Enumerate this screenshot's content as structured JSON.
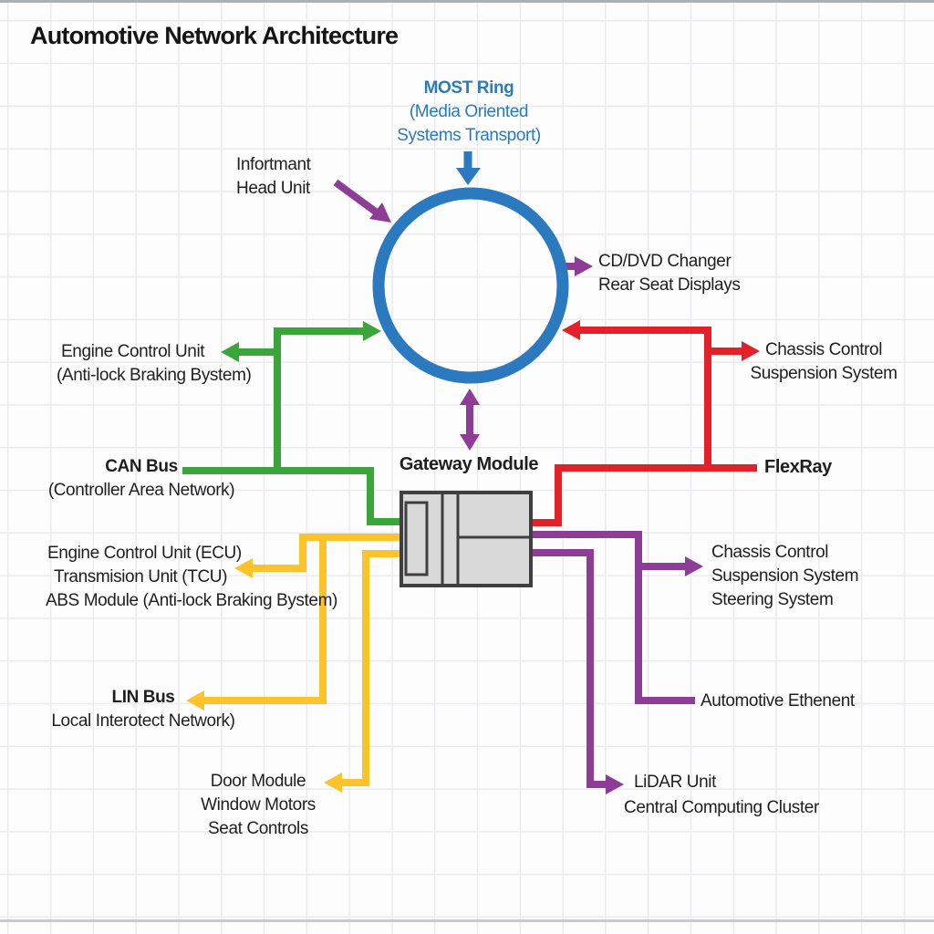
{
  "title": "Automotive Network Architecture",
  "colors": {
    "most_blue": "#2b7abf",
    "can_green": "#3aa53a",
    "flexray_red": "#e42128",
    "lin_yellow": "#fcc32b",
    "link_purple": "#8e3d97",
    "box_fill": "#d9d9d9",
    "box_border": "#3f3f3f",
    "text": "#1f1f1f",
    "grid": "#ebebee"
  },
  "labels": {
    "most_ring": {
      "name": "MOST Ring",
      "sub1": "(Media Oriented",
      "sub2": "Systems Transport)"
    },
    "head_unit": {
      "line1": "Infortmant",
      "line2": "Head Unit"
    },
    "cd_dvd": {
      "line1": "CD/DVD Changer",
      "line2": "Rear Seat Displays"
    },
    "engine_abs": {
      "line1": "Engine Control Unit",
      "line2": "(Anti-lock Braking Bystem)"
    },
    "chassis_red": {
      "line1": "Chassis Control",
      "line2": "Suspension System"
    },
    "can_bus": {
      "name": "CAN Bus",
      "sub": "(Controller Area Network)"
    },
    "gateway": {
      "label": "Gateway Module"
    },
    "flexray": {
      "label": "FlexRay"
    },
    "ecu_group": {
      "line1": "Engine Control Unit (ECU)",
      "line2": "Transmision Unit (TCU)",
      "line3": "ABS Module (Anti-lock Braking Bystem)"
    },
    "chassis_purple": {
      "line1": "Chassis Control",
      "line2": "Suspension System",
      "line3": "Steering System"
    },
    "lin_bus": {
      "name": "LIN Bus",
      "sub": "Local Interotect Network)"
    },
    "ethernet": {
      "label": "Automotive Ethenent"
    },
    "door_group": {
      "line1": "Door Module",
      "line2": "Window Motors",
      "line3": "Seat Controls"
    },
    "lidar_group": {
      "line1": "LiDAR Unit",
      "line2": "Central Computing Cluster"
    }
  }
}
